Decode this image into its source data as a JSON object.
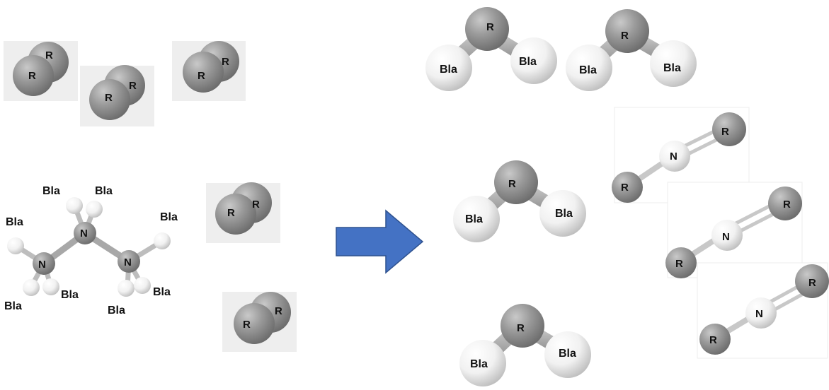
{
  "labels": {
    "r": "R",
    "bla": "Bla",
    "n": "N"
  },
  "colors": {
    "arrow_fill": "#4472c4",
    "arrow_stroke": "#2f528f",
    "panel_bg": "#eeeeee",
    "dark_atom": "#8a8a8a",
    "light_atom": "#eeeeee"
  },
  "icons": {
    "reaction_arrow": "right-arrow-icon"
  }
}
